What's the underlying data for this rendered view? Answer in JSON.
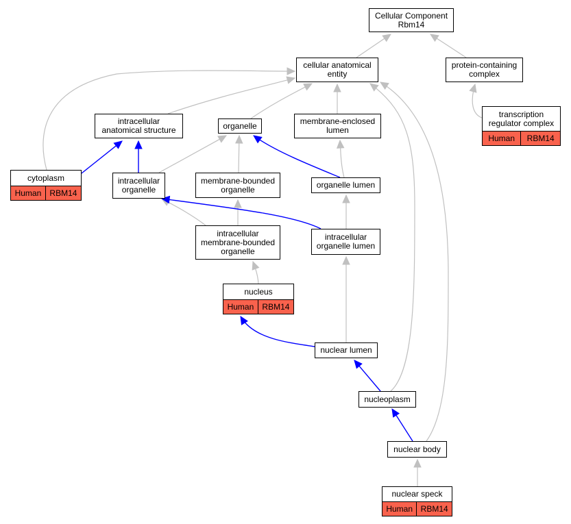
{
  "graph": {
    "edge_colors": {
      "is_a": "#c0c0c0",
      "part_of": "#0000ff"
    },
    "annotation_color": "#f9624d",
    "nodes": {
      "root": {
        "label": "Cellular Component\nRbm14"
      },
      "cae": {
        "label": "cellular anatomical\nentity"
      },
      "pcc": {
        "label": "protein-containing\ncomplex"
      },
      "trc": {
        "label": "transcription\nregulator complex",
        "annotation": [
          "Human",
          "RBM14"
        ]
      },
      "ias": {
        "label": "intracellular\nanatomical structure"
      },
      "org": {
        "label": "organelle"
      },
      "mel": {
        "label": "membrane-enclosed\nlumen"
      },
      "cyt": {
        "label": "cytoplasm",
        "annotation": [
          "Human",
          "RBM14"
        ]
      },
      "io": {
        "label": "intracellular\norganelle"
      },
      "mbo": {
        "label": "membrane-bounded\norganelle"
      },
      "ol": {
        "label": "organelle lumen"
      },
      "imbo": {
        "label": "intracellular\nmembrane-bounded\norganelle"
      },
      "iol": {
        "label": "intracellular\norganelle lumen"
      },
      "nuc": {
        "label": "nucleus",
        "annotation": [
          "Human",
          "RBM14"
        ]
      },
      "nl": {
        "label": "nuclear lumen"
      },
      "np": {
        "label": "nucleoplasm"
      },
      "nb": {
        "label": "nuclear body"
      },
      "ns": {
        "label": "nuclear speck",
        "annotation": [
          "Human",
          "RBM14"
        ]
      }
    },
    "edges": [
      {
        "from": "cae",
        "to": "root",
        "type": "is_a"
      },
      {
        "from": "pcc",
        "to": "root",
        "type": "is_a"
      },
      {
        "from": "trc",
        "to": "pcc",
        "type": "is_a"
      },
      {
        "from": "ias",
        "to": "cae",
        "type": "is_a"
      },
      {
        "from": "org",
        "to": "cae",
        "type": "is_a"
      },
      {
        "from": "mel",
        "to": "cae",
        "type": "is_a"
      },
      {
        "from": "cyt",
        "to": "cae",
        "type": "is_a"
      },
      {
        "from": "np",
        "to": "cae",
        "type": "is_a"
      },
      {
        "from": "nb",
        "to": "cae",
        "type": "is_a"
      },
      {
        "from": "cyt",
        "to": "ias",
        "type": "part_of"
      },
      {
        "from": "io",
        "to": "ias",
        "type": "part_of"
      },
      {
        "from": "io",
        "to": "org",
        "type": "is_a"
      },
      {
        "from": "mbo",
        "to": "org",
        "type": "is_a"
      },
      {
        "from": "ol",
        "to": "org",
        "type": "part_of"
      },
      {
        "from": "ol",
        "to": "mel",
        "type": "is_a"
      },
      {
        "from": "imbo",
        "to": "mbo",
        "type": "is_a"
      },
      {
        "from": "imbo",
        "to": "io",
        "type": "is_a"
      },
      {
        "from": "iol",
        "to": "io",
        "type": "part_of"
      },
      {
        "from": "iol",
        "to": "ol",
        "type": "is_a"
      },
      {
        "from": "nuc",
        "to": "imbo",
        "type": "is_a"
      },
      {
        "from": "nl",
        "to": "nuc",
        "type": "part_of"
      },
      {
        "from": "nl",
        "to": "iol",
        "type": "is_a"
      },
      {
        "from": "np",
        "to": "nl",
        "type": "part_of"
      },
      {
        "from": "nb",
        "to": "np",
        "type": "part_of"
      },
      {
        "from": "ns",
        "to": "nb",
        "type": "is_a"
      }
    ]
  }
}
